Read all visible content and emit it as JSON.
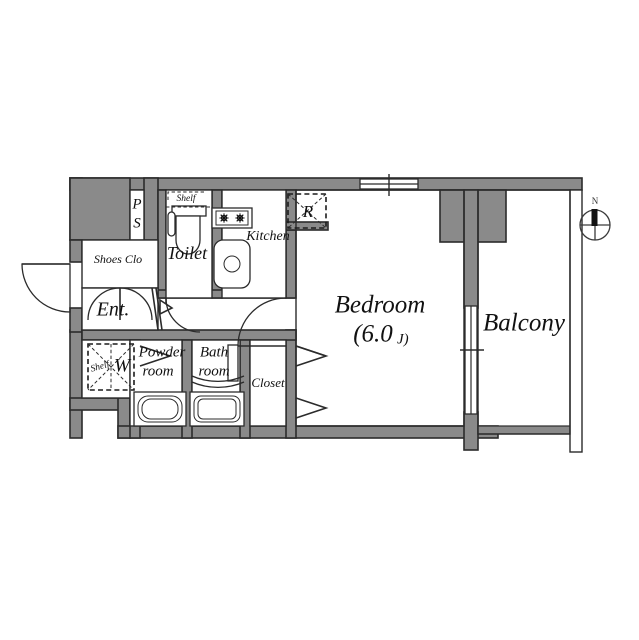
{
  "document": {
    "type": "floor-plan",
    "background_color": "#ffffff",
    "wall_color": "#8a8a8a",
    "line_color": "#2b2b2b"
  },
  "compass": {
    "north_label": "N",
    "name": "north-compass"
  },
  "rooms": [
    {
      "id": "bedroom",
      "label": "Bedroom",
      "area_label": "(6.0",
      "area_unit": "J)"
    },
    {
      "id": "balcony",
      "label": "Balcony"
    },
    {
      "id": "kitchen",
      "label": "Kitchen"
    },
    {
      "id": "toilet",
      "label": "Toilet"
    },
    {
      "id": "powder-room",
      "label_line1": "Powder",
      "label_line2": "room"
    },
    {
      "id": "bath-room",
      "label_line1": "Bath",
      "label_line2": "room"
    },
    {
      "id": "closet",
      "label": "Closet"
    },
    {
      "id": "entrance",
      "label": "Ent."
    },
    {
      "id": "shoes-closet",
      "label": "Shoes Clo"
    }
  ],
  "annotations": {
    "pipe_shaft_line1": "P",
    "pipe_shaft_line2": "S",
    "toilet_shelf": "Shelf",
    "powder_shelf": "Shelf",
    "washer": "W",
    "refrigerator": "R"
  }
}
